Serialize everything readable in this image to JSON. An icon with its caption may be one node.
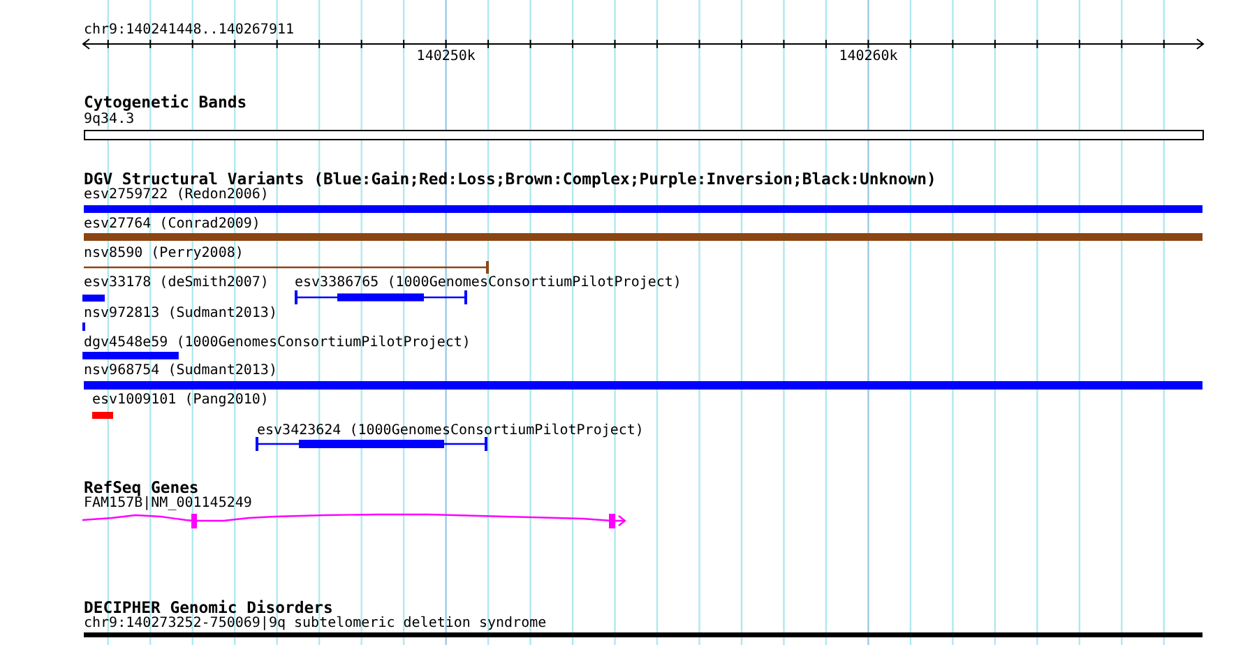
{
  "diagram": {
    "labels": [
      "chr9:140241448..140267911",
      "140250k",
      "140260k",
      "Cytogenetic Bands",
      "DGV Structural Variants (Blue:Gain;Red:Loss;Brown:Complex;Purple:Inversion;Black:Unknown)",
      "RefSeq Genes",
      "DECIPHER Genomic Disorders"
    ],
    "nodes": [
      {
        "text": [
          "9q34.3"
        ]
      },
      {
        "text": [
          "esv2759722 (Redon2006)"
        ]
      },
      {
        "text": [
          "esv27764 (Conrad2009)"
        ]
      },
      {
        "text": [
          "nsv8590 (Perry2008)"
        ]
      },
      {
        "text": [
          "esv33178 (deSmith2007)"
        ]
      },
      {
        "text": [
          "esv3386765 (1000GenomesConsortiumPilotProject)"
        ]
      },
      {
        "text": [
          "nsv972813 (Sudmant2013)"
        ]
      },
      {
        "text": [
          "dgv4548e59 (1000GenomesConsortiumPilotProject)"
        ]
      },
      {
        "text": [
          "nsv968754 (Sudmant2013)"
        ]
      },
      {
        "text": [
          "esv1009101 (Pang2010)"
        ]
      },
      {
        "text": [
          "esv3423624 (1000GenomesConsortiumPilotProject)"
        ]
      },
      {
        "text": [
          "FAM157B|NM_001145249"
        ]
      },
      {
        "text": [
          "chr9:140273252-750069|9q subtelomeric deletion syndrome"
        ]
      }
    ]
  }
}
